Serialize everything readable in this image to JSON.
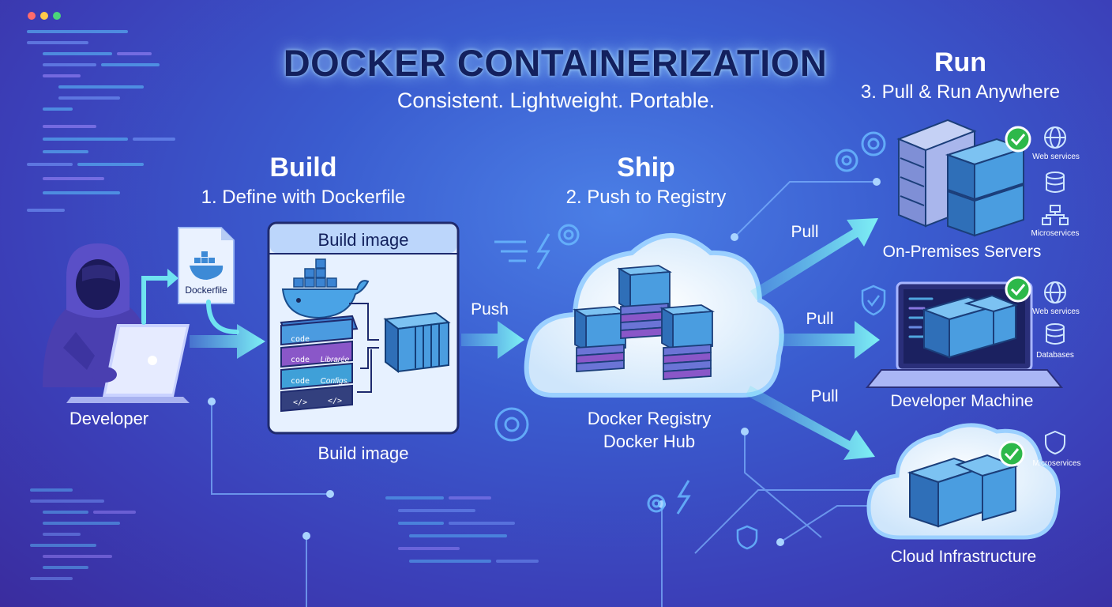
{
  "title": "DOCKER CONTAINERIZATION",
  "subtitle": "Consistent. Lightweight. Portable.",
  "build": {
    "title": "Build",
    "step": "1. Define with Dockerfile",
    "box_header": "Build image",
    "caption": "Build image"
  },
  "ship": {
    "title": "Ship",
    "step": "2. Push to Registry",
    "registry_line1": "Docker Registry",
    "registry_line2": "Docker Hub"
  },
  "run": {
    "title": "Run",
    "step": "3. Pull & Run Anywhere"
  },
  "developer_label": "Developer",
  "dockerfile_label": "Dockerfile",
  "push_label": "Push",
  "pull_label": "Pull",
  "layers": [
    {
      "left": "code",
      "right": ""
    },
    {
      "left": "code",
      "right": "Librarée"
    },
    {
      "left": "code",
      "right": "Configs."
    },
    {
      "left": "</>",
      "right": "</>"
    }
  ],
  "targets": {
    "onprem": {
      "label": "On-Premises Servers",
      "services": [
        "Web services",
        "Microservices"
      ]
    },
    "devmachine": {
      "label": "Developer Machine",
      "services": [
        "Web services",
        "Databases"
      ]
    },
    "cloud": {
      "label": "Cloud Infrastructure",
      "services": [
        "Microservices"
      ]
    }
  },
  "colors": {
    "bg_top": "#4b7fe6",
    "bg_bottom": "#3a2c9e",
    "title": "#13205e",
    "arrow": "#6fe3f0",
    "container": "#4a8fd6",
    "check": "#2db84a",
    "cloud": "#e7f4ff"
  }
}
